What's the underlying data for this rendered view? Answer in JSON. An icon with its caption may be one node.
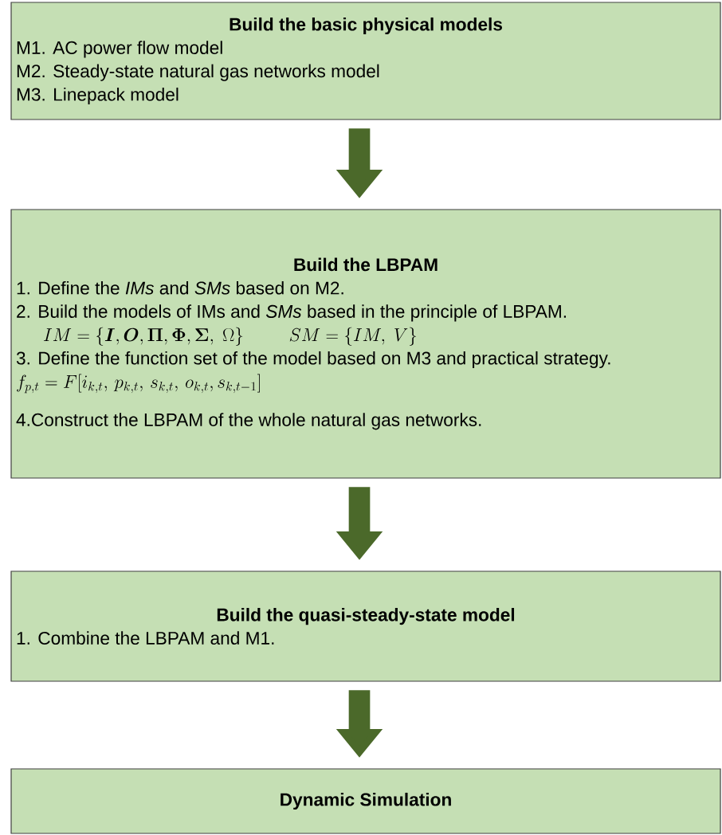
{
  "diagram": {
    "nodes": [
      {
        "text": [
          "Build the basic physical models",
          "M1. AC power flow model",
          "M2. Steady-state natural gas networks model",
          "M3. Linepack model"
        ]
      },
      {
        "text": [
          "Build the LBPAM",
          "1. Define the *IMs* and *SMs* based on M2.",
          "2. Build the models of IMs and *SMs* based in the principle of LBPAM.",
          "IM=\\{\\boldsymbol{I},\\boldsymbol{O},\\boldsymbol{\\Pi},\\boldsymbol{\\Phi},\\boldsymbol{\\Sigma},\\ \\Omega\\}",
          "SM=\\{IM,\\ V\\}",
          "3. Define the function set of the model based on M3 and practical strategy.",
          "f_{p,t}=F[i_{k,t},\\,p_{k,t},\\,s_{k,t},\\,o_{k,t},s_{k,t-1}]",
          "4.Construct the LBPAM of the whole natural gas networks."
        ]
      },
      {
        "text": [
          "Build the quasi-steady-state model",
          "1. Combine the LBPAM and M1."
        ]
      },
      {
        "text": [
          "Dynamic Simulation"
        ]
      }
    ],
    "edges": [
      {
        "from": 0,
        "to": 1,
        "arrow": "to"
      },
      {
        "from": 1,
        "to": 2,
        "arrow": "to"
      },
      {
        "from": 2,
        "to": 3,
        "arrow": "to"
      }
    ]
  }
}
